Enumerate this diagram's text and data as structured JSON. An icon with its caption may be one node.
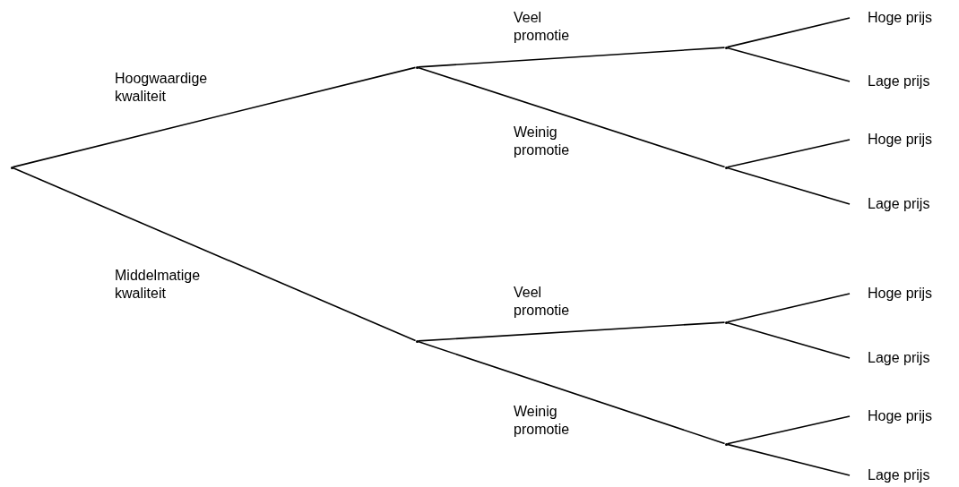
{
  "diagram": {
    "nodes": [
      {
        "text": [],
        "shape": "dot"
      },
      {
        "text": [],
        "shape": "dot"
      },
      {
        "text": [],
        "shape": "dot"
      },
      {
        "text": [],
        "shape": "dot"
      },
      {
        "text": [],
        "shape": "dot"
      },
      {
        "text": [],
        "shape": "dot"
      },
      {
        "text": [],
        "shape": "dot"
      },
      {
        "text": [
          "Hoge prijs"
        ]
      },
      {
        "text": [
          "Lage prijs"
        ]
      },
      {
        "text": [
          "Hoge prijs"
        ]
      },
      {
        "text": [
          "Lage prijs"
        ]
      },
      {
        "text": [
          "Hoge prijs"
        ]
      },
      {
        "text": [
          "Lage prijs"
        ]
      },
      {
        "text": [
          "Hoge prijs"
        ]
      },
      {
        "text": [
          "Lage prijs"
        ]
      }
    ],
    "edges": [
      {
        "from": 0,
        "to": 1,
        "arrow": "none",
        "label": "Hoogwaardige kwaliteit"
      },
      {
        "from": 0,
        "to": 2,
        "arrow": "none",
        "label": "Middelmatige kwaliteit"
      },
      {
        "from": 1,
        "to": 3,
        "arrow": "none",
        "label": "Veel promotie"
      },
      {
        "from": 1,
        "to": 4,
        "arrow": "none",
        "label": "Weinig promotie"
      },
      {
        "from": 2,
        "to": 5,
        "arrow": "none",
        "label": "Veel promotie"
      },
      {
        "from": 2,
        "to": 6,
        "arrow": "none",
        "label": "Weinig promotie"
      },
      {
        "from": 3,
        "to": 7,
        "arrow": "none"
      },
      {
        "from": 3,
        "to": 8,
        "arrow": "none"
      },
      {
        "from": 4,
        "to": 9,
        "arrow": "none"
      },
      {
        "from": 4,
        "to": 10,
        "arrow": "none"
      },
      {
        "from": 5,
        "to": 11,
        "arrow": "none"
      },
      {
        "from": 5,
        "to": 12,
        "arrow": "none"
      },
      {
        "from": 6,
        "to": 13,
        "arrow": "none"
      },
      {
        "from": 6,
        "to": 14,
        "arrow": "none"
      }
    ]
  }
}
